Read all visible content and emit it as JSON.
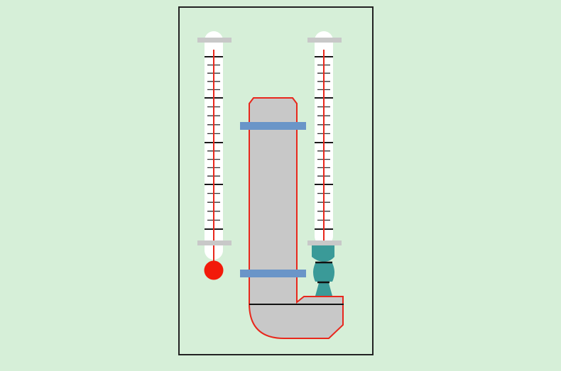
{
  "diagram": {
    "elements": [
      "left-thermometer",
      "right-thermometer",
      "u-pipe",
      "clamp-bands",
      "teal-connector"
    ],
    "colors": {
      "background": "#d6efd8",
      "frame": "#222222",
      "tube": "#ffffff",
      "mercury": "#e8271c",
      "cap": "#c8c8c8",
      "pipe_fill": "#c8c8c8",
      "pipe_outline": "#e8271c",
      "band": "#6a95c8",
      "connector": "#3a9a98",
      "tick": "#1a1a1a"
    }
  }
}
